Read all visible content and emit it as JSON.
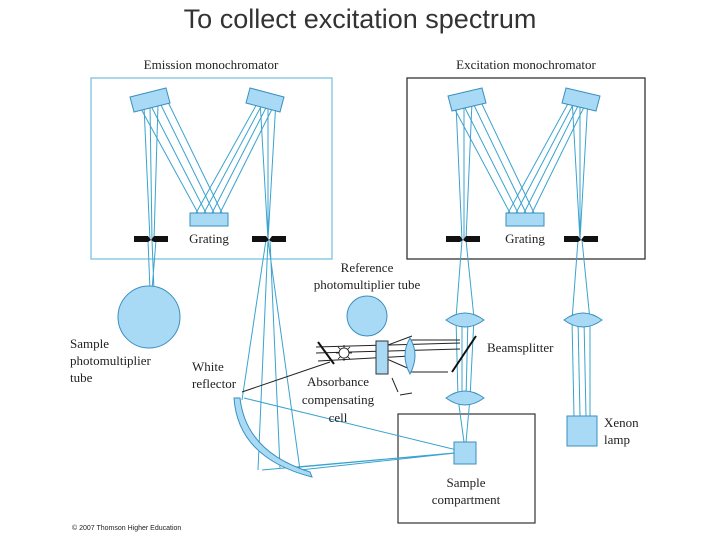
{
  "title": "To collect excitation spectrum",
  "labels": {
    "emission_monochromator": "Emission monochromator",
    "excitation_monochromator": "Excitation monochromator",
    "grating": "Grating",
    "reference_pmt_line1": "Reference",
    "reference_pmt_line2": "photomultiplier tube",
    "sample_pmt_line1": "Sample",
    "sample_pmt_line2": "photomultiplier",
    "sample_pmt_line3": "tube",
    "white_reflector_line1": "White",
    "white_reflector_line2": "reflector",
    "beamsplitter": "Beamsplitter",
    "absorbance_line1": "Absorbance",
    "absorbance_line2": "compensating",
    "absorbance_line3": "cell",
    "xenon_line1": "Xenon",
    "xenon_line2": "lamp",
    "sample_compartment_line1": "Sample",
    "sample_compartment_line2": "compartment",
    "copyright": "© 2007 Thomson Higher Education"
  },
  "colors": {
    "beam": "#3aa3cf",
    "component_fill": "#a8daf5",
    "component_stroke": "#3a8fbf",
    "box_emission": "#7cc3e0",
    "box_dark": "#333333"
  }
}
